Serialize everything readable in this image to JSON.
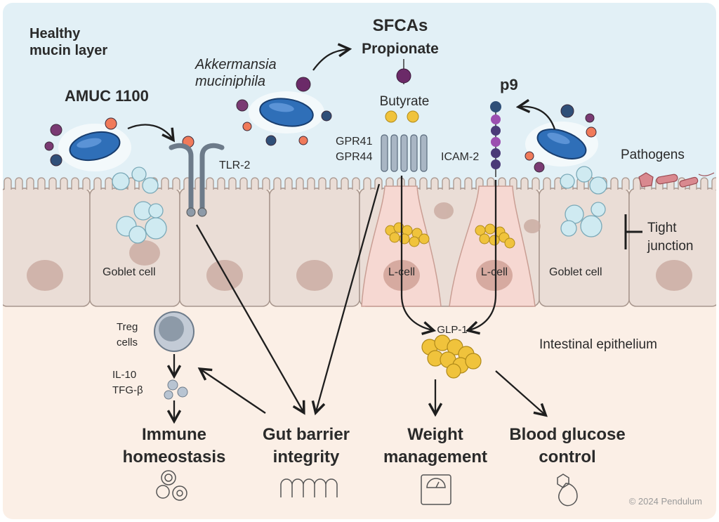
{
  "labels": {
    "mucin_line1": "Healthy",
    "mucin_line2": "mucin layer",
    "amuc": "AMUC 1100",
    "akk_line1": "Akkermansia",
    "akk_line2": "muciniphila",
    "sfcas": "SFCAs",
    "propionate": "Propionate",
    "butyrate": "Butyrate",
    "gpr41": "GPR41",
    "gpr44": "GPR44",
    "p9": "p9",
    "icam2": "ICAM-2",
    "tlr2": "TLR-2",
    "pathogens": "Pathogens",
    "tight_line1": "Tight",
    "tight_line2": "junction",
    "goblet_left": "Goblet cell",
    "goblet_right": "Goblet cell",
    "lcell_left": "L-cell",
    "lcell_right": "L-cell",
    "glp1": "GLP-1",
    "epithelium": "Intestinal epithelium",
    "treg_line1": "Treg",
    "treg_line2": "cells",
    "il10": "IL-10",
    "tfgb": "TFG-β",
    "copyright": "© 2024 Pendulum"
  },
  "outcomes": {
    "immune_line1": "Immune",
    "immune_line2": "homeostasis",
    "barrier_line1": "Gut barrier",
    "barrier_line2": "integrity",
    "weight_line1": "Weight",
    "weight_line2": "management",
    "glucose_line1": "Blood glucose",
    "glucose_line2": "control"
  },
  "colors": {
    "lumen": "#e2f0f6",
    "epithelium": "#fbefe6",
    "cell": "#eaddd6",
    "cell_border": "#a8968d",
    "nucleus": "#c9aaa0",
    "lcell": "#f6d8d2",
    "bacteria": "#2f6fb8",
    "granule": "#f0c33c",
    "vesicle": "#cfeaf1",
    "receptor": "#a9b6c4",
    "propionate": "#6b2a68",
    "arrow": "#1e1e1e"
  },
  "icons": [
    "immune-cells-icon",
    "villi-icon",
    "scale-icon",
    "glucose-drop-icon"
  ]
}
